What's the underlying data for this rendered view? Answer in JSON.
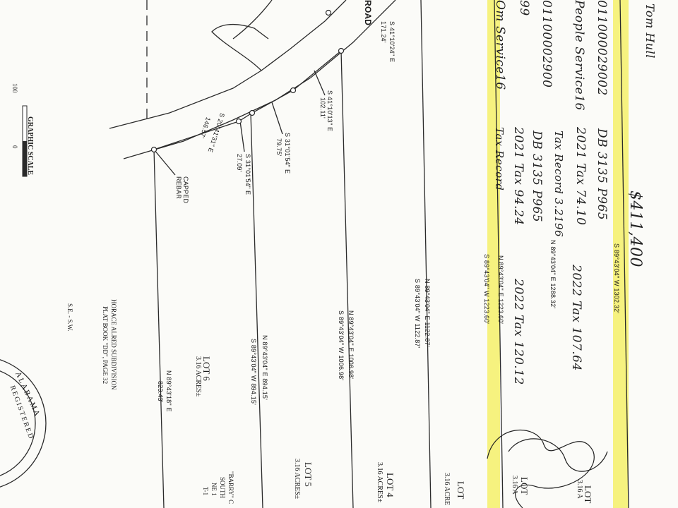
{
  "road": {
    "label": "ROAD",
    "fragment_bearing": "S 41°10'24\" E",
    "fragment_dist": "171.24'"
  },
  "road_segments": [
    {
      "bearing": "S 41°10'13\" E",
      "dist": "102.11'"
    },
    {
      "bearing": "S 31°01'54\" E",
      "dist": "79.75'"
    },
    {
      "bearing": "S 31°01'54\" E",
      "dist": "27.09'"
    },
    {
      "bearing": "S 20°41'31\" E",
      "dist": "146.57'"
    }
  ],
  "monument": "CAPPED REBAR",
  "boundaries": [
    {
      "label": "S 89°43'04\" W 1302.32'"
    },
    {
      "label": "N 89°43'04\" E 1288.32'"
    },
    {
      "label": "N 89°43'04\" E 1223.60'"
    },
    {
      "label": "S 89°43'04\" W 1223.60'"
    },
    {
      "label": "N 89°43'04\" E 1122.87'"
    },
    {
      "label": "S 89°43'04\" W 1122.87'"
    },
    {
      "label": "N 89°43'04\" E 1006.98'"
    },
    {
      "label": "S 89°43'04\" W 1006.98'"
    },
    {
      "label": "N 89°43'04\" E 894.15'"
    },
    {
      "label": "S 89°43'04\" W 894.15'"
    },
    {
      "label": "N 89°43'18\" E"
    },
    {
      "label": "823.43'"
    }
  ],
  "lots": [
    {
      "name": "LOT 6",
      "area": "3.16 ACRES±"
    },
    {
      "name": "LOT 5",
      "area": "3.16 ACRES±"
    },
    {
      "name": "LOT 4",
      "area": "3.16 ACRES±"
    },
    {
      "name": "LOT",
      "area": "3.16 ACRE"
    },
    {
      "name": "LOT",
      "area": "3.16 A"
    }
  ],
  "graphic_scale": {
    "title": "GRAPHIC SCALE",
    "zero": "0",
    "hundred": "100"
  },
  "se_sw": "S.E. - S.W.",
  "subdivision": [
    "HORACE ALRED SUBDIVISION",
    "PLAT BOOK \"DD\", PAGE 32"
  ],
  "adjacent": [
    "\"BARRY\" C",
    "SOUTH",
    "NE 1",
    "T-1"
  ],
  "seal": {
    "line1": "ALABAMA",
    "line2": "REGISTERED"
  },
  "handwritten": {
    "price": "$411,400",
    "parcel_a": "011000029002",
    "deed_a": "DB 3135 P965",
    "tax_2021_a": "2021 Tax 74.10",
    "tax_2022_a": "2022 Tax 107.64",
    "owner": "People Service16",
    "tax_record_a": "Tax Record 3.2196",
    "parcel_b": "01100002900",
    "deed_b": "DB 3135 P965",
    "tax_2021_b": "2021 Tax 94.24",
    "tax_2022_b": "2022 Tax 120.12",
    "id_b": "99",
    "owner_b": "Om Service16",
    "tax_record_b": "Tax Record",
    "scribble": "Tom Hull"
  },
  "colors": {
    "highlight": "#f5f06a",
    "ink": "#1a1a1a",
    "line": "#2a2a2a"
  }
}
